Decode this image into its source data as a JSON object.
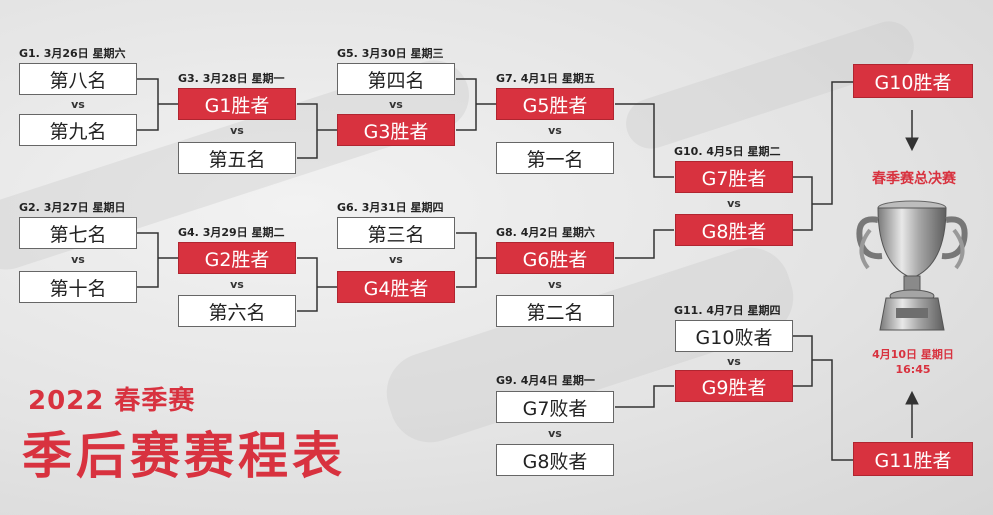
{
  "colors": {
    "accent": "#d8323f",
    "box_border": "#666666",
    "background": "#e6e6e6"
  },
  "title": {
    "year": "2022 春季赛",
    "main": "季后赛赛程表"
  },
  "games": {
    "g1": {
      "label": "G1. 3月26日 星期六",
      "top": "第八名",
      "bottom": "第九名"
    },
    "g2": {
      "label": "G2. 3月27日 星期日",
      "top": "第七名",
      "bottom": "第十名"
    },
    "g3": {
      "label": "G3. 3月28日 星期一",
      "top": "G1胜者",
      "bottom": "第五名"
    },
    "g4": {
      "label": "G4. 3月29日 星期二",
      "top": "G2胜者",
      "bottom": "第六名"
    },
    "g5": {
      "label": "G5. 3月30日 星期三",
      "top": "第四名",
      "bottom": "G3胜者"
    },
    "g6": {
      "label": "G6. 3月31日 星期四",
      "top": "第三名",
      "bottom": "G4胜者"
    },
    "g7": {
      "label": "G7. 4月1日 星期五",
      "top": "G5胜者",
      "bottom": "第一名"
    },
    "g8": {
      "label": "G8. 4月2日 星期六",
      "top": "G6胜者",
      "bottom": "第二名"
    },
    "g9": {
      "label": "G9. 4月4日 星期一",
      "top": "G7败者",
      "bottom": "G8败者"
    },
    "g10": {
      "label": "G10. 4月5日 星期二",
      "top": "G7胜者",
      "bottom": "G8胜者"
    },
    "g11": {
      "label": "G11. 4月7日 星期四",
      "top": "G10败者",
      "bottom": "G9胜者"
    }
  },
  "vs": "vs",
  "final": {
    "top": "G10胜者",
    "bottom": "G11胜者",
    "title": "春季赛总决赛",
    "date": "4月10日 星期日",
    "time": "16:45",
    "trophy_icon": "trophy-icon"
  }
}
